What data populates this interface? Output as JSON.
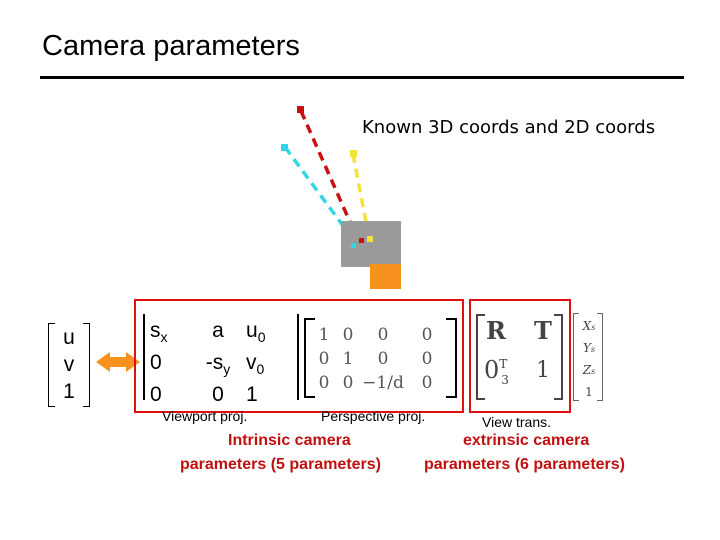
{
  "title": "Camera parameters",
  "known_label": "Known 3D coords and 2D coords",
  "vector_uv1": [
    "u",
    "v",
    "1"
  ],
  "viewport": {
    "rows": [
      [
        {
          "t": "s",
          "s": "x"
        },
        {
          "t": "a",
          "s": ""
        },
        {
          "t": "u",
          "s": "0"
        }
      ],
      [
        {
          "t": "0",
          "s": ""
        },
        {
          "t": "-s",
          "s": "y"
        },
        {
          "t": "v",
          "s": "0"
        }
      ],
      [
        {
          "t": "0",
          "s": ""
        },
        {
          "t": "0",
          "s": ""
        },
        {
          "t": "1",
          "s": ""
        }
      ]
    ],
    "label": "Viewport proj."
  },
  "perspective": {
    "rows": [
      [
        "1",
        "0",
        "0",
        "0"
      ],
      [
        "0",
        "1",
        "0",
        "0"
      ],
      [
        "0",
        "0",
        "−1/d",
        "0"
      ]
    ],
    "label": "Perspective proj."
  },
  "view": {
    "r": "R",
    "t": "T",
    "zero": "0",
    "zero_sup": "T",
    "zero_sub": "3",
    "one": "1",
    "label": "View trans.",
    "world": [
      "X",
      "Y",
      "Z",
      "1"
    ],
    "world_sub": "s"
  },
  "intrinsic": {
    "line1": "Intrinsic camera",
    "line2": "parameters (5 parameters)"
  },
  "extrinsic": {
    "line1": "extrinsic camera",
    "line2": "parameters (6 parameters)"
  },
  "colors": {
    "red": "#e01010",
    "cyan": "#33d6e6",
    "yellow": "#f2e23a",
    "orange": "#f7921e",
    "gray": "#9a9a9a",
    "arrow": "#f7921e"
  }
}
